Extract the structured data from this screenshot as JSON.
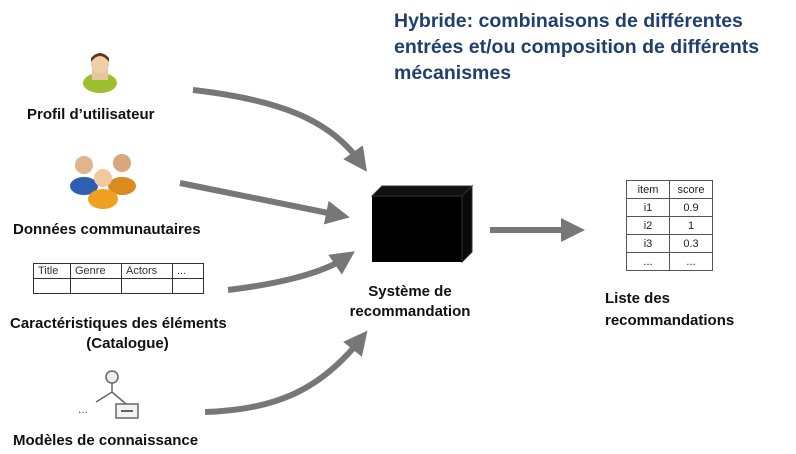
{
  "title": "Hybride: combinaisons de différentes entrées et/ou composition de différents mécanismes",
  "inputs": {
    "profil": "Profil d’utilisateur",
    "donnees": "Données communautaires",
    "caracteristiques": "Caractéristiques des éléments",
    "catalogue": "(Catalogue)",
    "modeles": "Modèles de connaissance"
  },
  "catalogue_table": {
    "headers": [
      "Title",
      "Genre",
      "Actors",
      "..."
    ]
  },
  "system": {
    "line1": "Système de",
    "line2": "recommandation"
  },
  "output": {
    "line1": "Liste des",
    "line2": "recommandations",
    "headers": [
      "item",
      "score"
    ],
    "rows": [
      [
        "i1",
        "0.9"
      ],
      [
        "i2",
        "1"
      ],
      [
        "i3",
        "0.3"
      ],
      [
        "...",
        "..."
      ]
    ]
  },
  "knowledge_dots": "...",
  "colors": {
    "title": "#1f3f6e",
    "arrow": "#777777",
    "box": "#000000"
  }
}
